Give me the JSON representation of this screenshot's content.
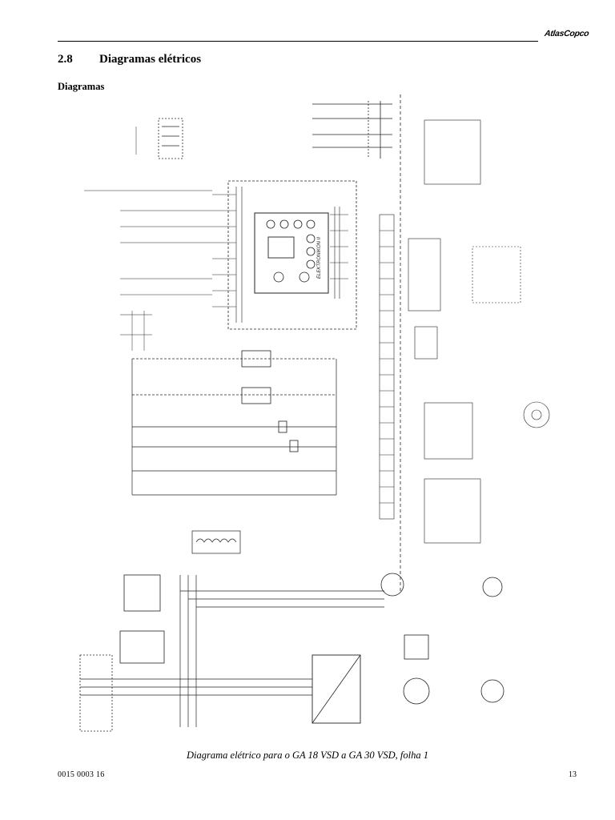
{
  "header": {
    "brand": "AtlasCopco"
  },
  "section": {
    "number": "2.8",
    "title": "Diagramas elétricos"
  },
  "subheading": "Diagramas",
  "diagram": {
    "controller_label": "ELEKTRONIKON II",
    "caption": "Diagrama elétrico para o GA 18 VSD a GA 30 VSD, folha 1"
  },
  "footer": {
    "doc_number": "0015 0003 16",
    "page_number": "13"
  }
}
